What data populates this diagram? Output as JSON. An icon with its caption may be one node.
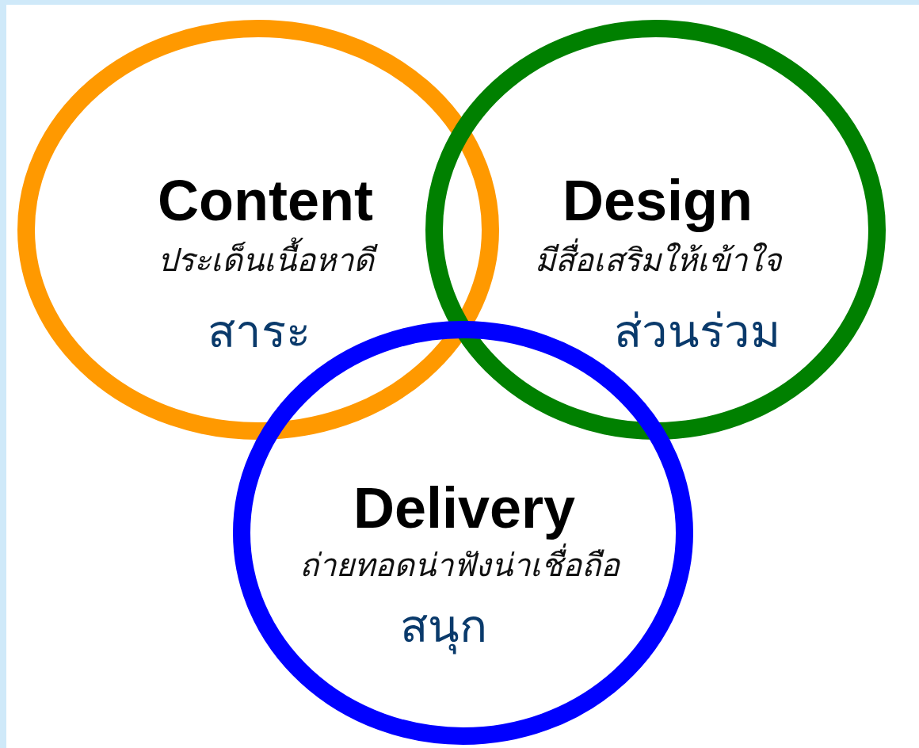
{
  "diagram": {
    "nodes": [
      {
        "text": [
          "Content",
          "ประเด็นเนื้อหาดี",
          "สาระ"
        ]
      },
      {
        "text": [
          "Design",
          "มีสื่อเสริมให้เข้าใจ",
          "ส่วนร่วม"
        ]
      },
      {
        "text": [
          "Delivery",
          "ถ่ายทอดน่าฟังน่าเชื่อถือ",
          "สนุก"
        ]
      }
    ]
  }
}
